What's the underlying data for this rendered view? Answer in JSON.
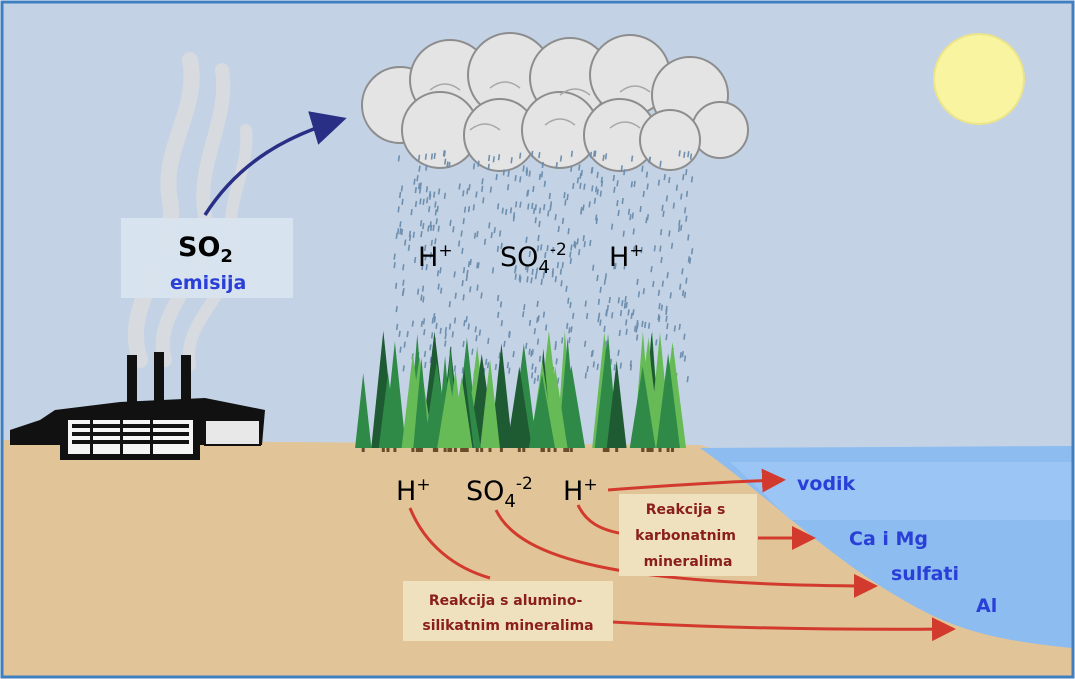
{
  "colors": {
    "frame": "#3f7fc0",
    "sky": "#c3d3e5",
    "ground": "#e1c598",
    "water": "#8cbcf0",
    "sun": "#f8f4a0",
    "cloud": "#e4e4e4",
    "rain": "#6f8fae",
    "tree_dark": "#1e5a32",
    "tree_mid": "#2f8a48",
    "tree_light": "#66bb56",
    "label_box": "#d9e4ef",
    "reaction_box": "#efe0be",
    "emission_arrow": "#2a2f86",
    "reaction_arrow": "#d23a2e",
    "blue_text": "#2a3fd8",
    "reaction_text": "#8a1e1a"
  },
  "emission": {
    "symbol": "SO",
    "subscript": "2",
    "label": "emisija"
  },
  "rain_ions": {
    "h_left": "H",
    "h_right": "H",
    "plus": "+",
    "sulfate": "SO",
    "sulfate_sub": "4",
    "sulfate_charge": "-2"
  },
  "soil_ions": {
    "h_left": "H",
    "h_right": "H",
    "plus": "+",
    "sulfate": "SO",
    "sulfate_sub": "4",
    "sulfate_charge": "-2"
  },
  "reactions": {
    "carbonate": [
      "Reakcija s",
      "karbonatnim",
      "mineralima"
    ],
    "alumino": [
      "Reakcija s alumino-",
      "silikatnim mineralima"
    ]
  },
  "products": {
    "hydrogen": "vodik",
    "ca_mg": "Ca i Mg",
    "sulfates": "sulfati",
    "aluminium": "Al"
  }
}
